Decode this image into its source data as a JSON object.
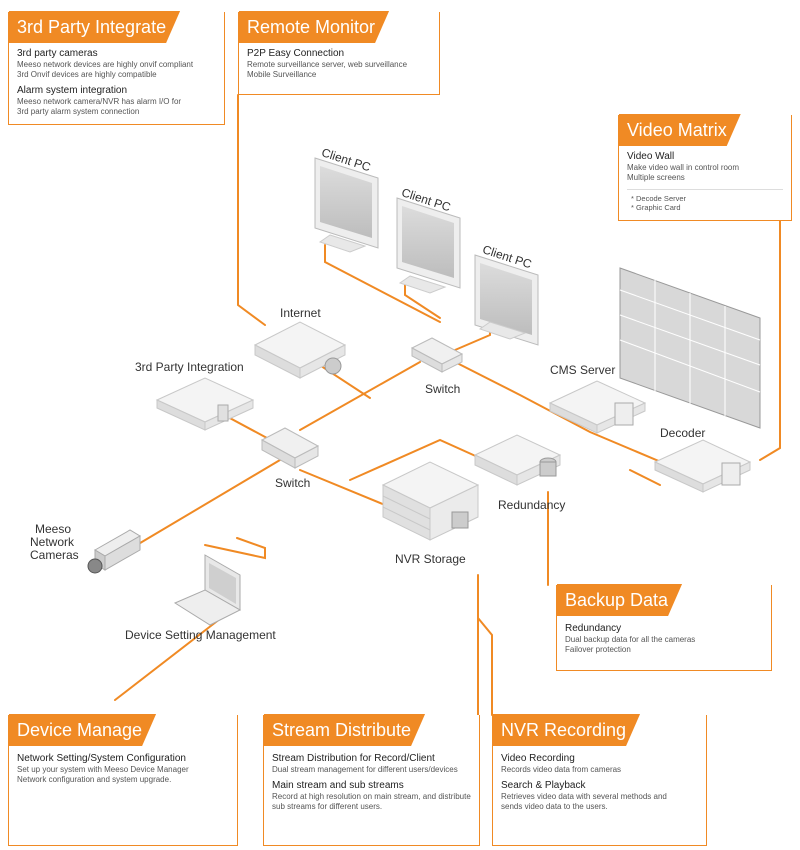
{
  "boxes": {
    "third_party": {
      "title": "3rd Party Integrate",
      "sections": [
        {
          "title": "3rd party cameras",
          "lines": [
            "Meeso network devices are highly onvif compliant",
            "3rd Onvif devices are highly compatible"
          ]
        },
        {
          "title": "Alarm system integration",
          "lines": [
            "Meeso network camera/NVR has alarm I/O for",
            "3rd party alarm system connection"
          ]
        }
      ]
    },
    "remote_monitor": {
      "title": "Remote Monitor",
      "sections": [
        {
          "title": "P2P Easy Connection",
          "lines": [
            "Remote surveillance server, web surveillance",
            "Mobile Surveillance"
          ]
        }
      ]
    },
    "video_matrix": {
      "title": "Video Matrix",
      "sections": [
        {
          "title": "Video Wall",
          "lines": [
            "Make video wall in control room",
            "Multiple screens"
          ]
        }
      ],
      "notes": [
        "* Decode Server",
        "* Graphic Card"
      ]
    },
    "backup_data": {
      "title": "Backup Data",
      "sections": [
        {
          "title": "Redundancy",
          "lines": [
            "Dual backup data for all the cameras",
            "Failover protection"
          ]
        }
      ]
    },
    "device_manage": {
      "title": "Device Manage",
      "sections": [
        {
          "title": "Network Setting/System Configuration",
          "lines": [
            "Set up your system with Meeso Device Manager",
            "Network configuration and system upgrade."
          ]
        }
      ]
    },
    "stream_distribute": {
      "title": "Stream Distribute",
      "sections": [
        {
          "title": "Stream Distribution for Record/Client",
          "lines": [
            "Dual stream management for different users/devices"
          ]
        },
        {
          "title": "Main stream and sub streams",
          "lines": [
            "Record at high resolution on main stream, and distribute",
            "sub streams for different users."
          ]
        }
      ]
    },
    "nvr_recording": {
      "title": "NVR Recording",
      "sections": [
        {
          "title": "Video Recording",
          "lines": [
            "Records video data from cameras"
          ]
        },
        {
          "title": "Search & Playback",
          "lines": [
            "Retrieves video data with several methods and",
            "sends video data to the users."
          ]
        }
      ]
    }
  },
  "labels": {
    "client_pc_1": "Client PC",
    "client_pc_2": "Client PC",
    "client_pc_3": "Client PC",
    "internet": "Internet",
    "third_party_integration": "3rd Party Integration",
    "switch_top": "Switch",
    "switch_bottom": "Switch",
    "cms_server": "CMS Server",
    "decoder": "Decoder",
    "redundancy": "Redundancy",
    "nvr_storage": "NVR Storage",
    "cameras": [
      "Meeso",
      "Network",
      "Cameras"
    ],
    "device_setting": "Device Setting Management"
  },
  "colors": {
    "accent": "#f08a24",
    "device_fill": "#f2f2f2",
    "device_stroke": "#c8c8c8"
  }
}
